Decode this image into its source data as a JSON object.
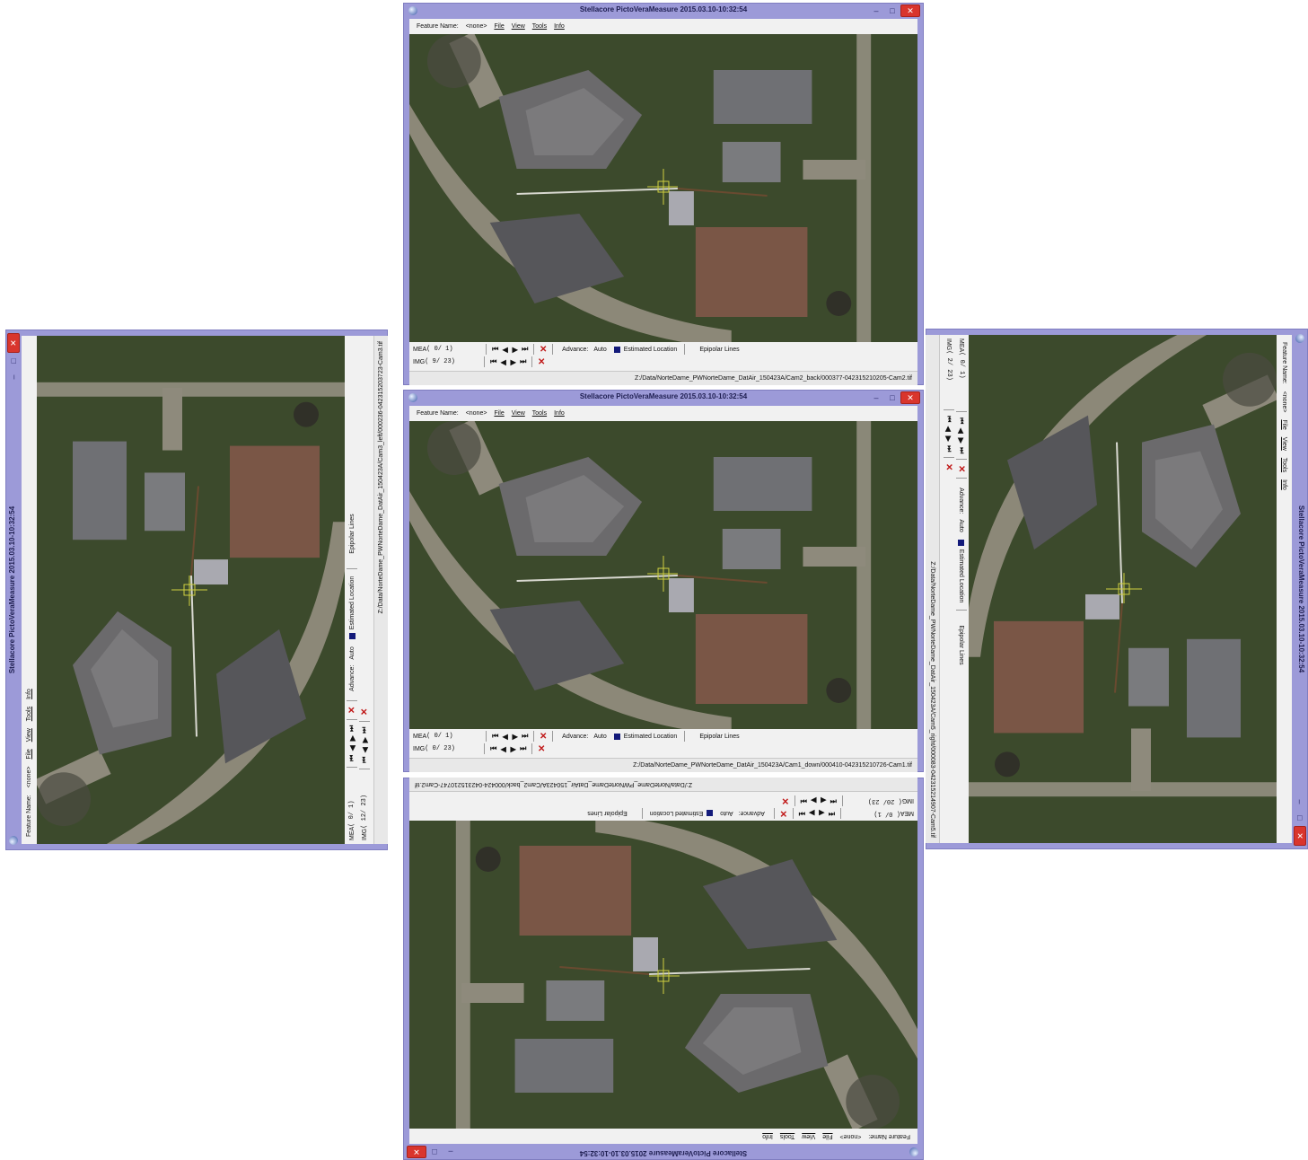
{
  "app": {
    "title": "Stellacore PictoVeraMeasure 2015.03.10-10:32:54",
    "minimize": "–",
    "maximize": "□",
    "close": "✕"
  },
  "menu": {
    "feature_label": "Feature Name:",
    "feature_value": "<none>",
    "file": "File",
    "view": "View",
    "tools": "Tools",
    "info": "Info"
  },
  "controls": {
    "mea_label": "MEA",
    "img_label": "IMG",
    "first": "⏮",
    "prev": "◀",
    "next": "▶",
    "last": "⏭",
    "delete": "✕",
    "advance_label": "Advance:",
    "advance_value": "Auto",
    "estimated_location": "Estimated Location",
    "epipolar_lines": "Epipolar Lines",
    "colors": {
      "est_square": "#131a7a",
      "delete": "#c01818"
    }
  },
  "windows": [
    {
      "id": "cam3",
      "mea": "( 0/ 1)",
      "img": "( 12/ 23)",
      "path": "Z:/Data/NorteDame_PWNorteDame_DatAir_150423A/Cam3_left/000236-042315203723-Cam3.tif"
    },
    {
      "id": "cam2-back",
      "mea": "( 0/ 1)",
      "img": "( 9/ 23)",
      "path": "Z:/Data/NorteDame_PWNorteDame_DatAir_150423A/Cam2_back/000377-042315210205-Cam2.tif"
    },
    {
      "id": "cam1-down",
      "mea": "( 0/ 1)",
      "img": "( 0/ 23)",
      "path": "Z:/Data/NorteDame_PWNorteDame_DatAir_150423A/Cam1_down/000410-042315210726-Cam1.tif"
    },
    {
      "id": "cam2-back-flipped",
      "mea": "( 0/ 1)",
      "img": "( 20/ 23)",
      "path": "Z:/Data/NorteDame_PWNorteDame_DatAir_150423A/Cam2_back/000424-042315210747-Cam2.tif"
    },
    {
      "id": "cam5-right",
      "mea": "( 0/ 1)",
      "img": "( 2/ 23)",
      "path": "Z:/Data/NorteDame_PWNorteDame_DatAir_150423A/Cam5_right/000083-042315214907-Cam5.tif"
    }
  ]
}
